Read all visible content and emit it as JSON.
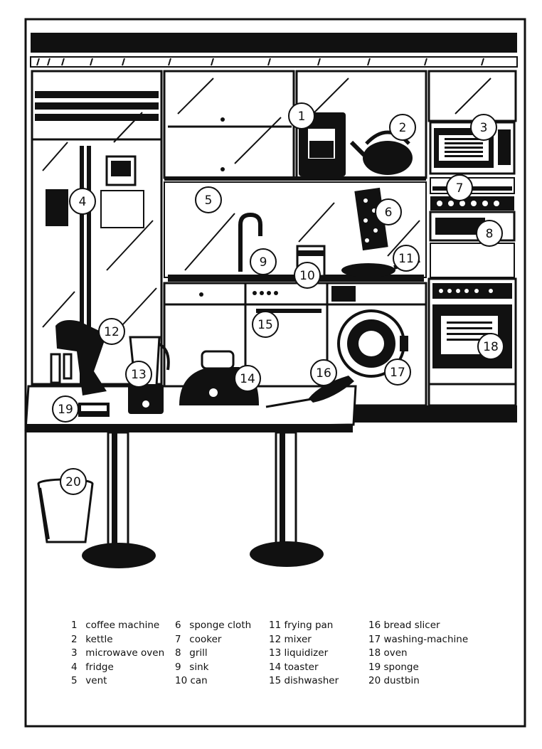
{
  "labels": [
    {
      "n": "1",
      "name": "coffee machine"
    },
    {
      "n": "2",
      "name": "kettle"
    },
    {
      "n": "3",
      "name": "microwave oven"
    },
    {
      "n": "4",
      "name": "fridge"
    },
    {
      "n": "5",
      "name": "vent"
    },
    {
      "n": "6",
      "name": "sponge cloth"
    },
    {
      "n": "7",
      "name": "cooker"
    },
    {
      "n": "8",
      "name": "grill"
    },
    {
      "n": "9",
      "name": "sink"
    },
    {
      "n": "10",
      "name": "can"
    },
    {
      "n": "11",
      "name": "frying pan"
    },
    {
      "n": "12",
      "name": "mixer"
    },
    {
      "n": "13",
      "name": "liquidizer"
    },
    {
      "n": "14",
      "name": "toaster"
    },
    {
      "n": "15",
      "name": "dishwasher"
    },
    {
      "n": "16",
      "name": "bread slicer"
    },
    {
      "n": "17",
      "name": "washing-machine"
    },
    {
      "n": "18",
      "name": "oven"
    },
    {
      "n": "19",
      "name": "sponge"
    },
    {
      "n": "20",
      "name": "dustbin"
    }
  ]
}
